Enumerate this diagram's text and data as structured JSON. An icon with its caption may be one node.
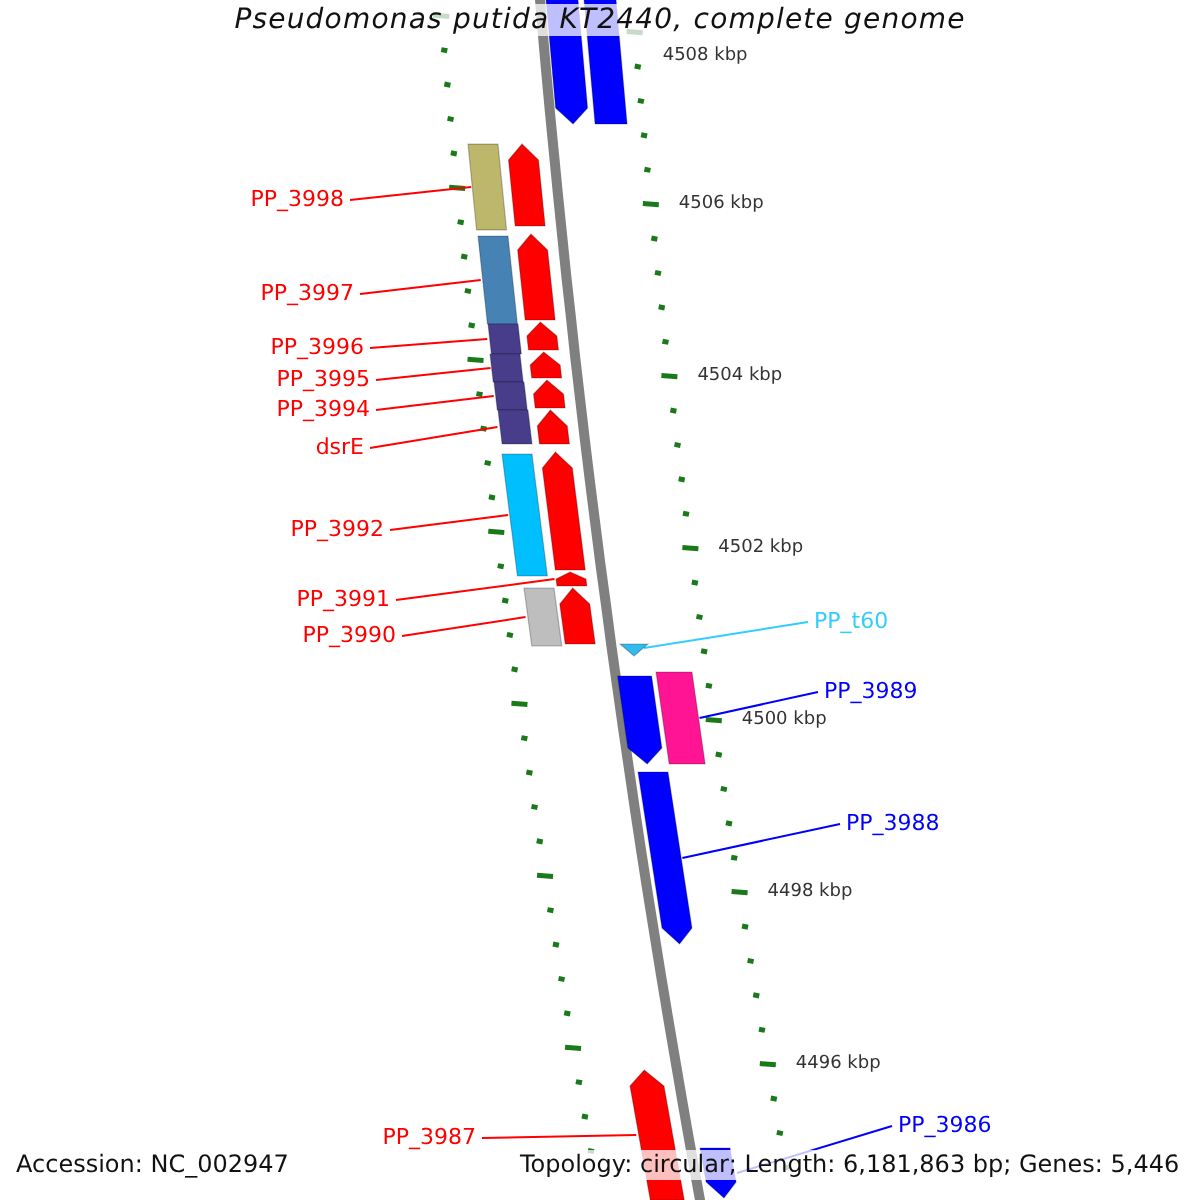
{
  "diagram": {
    "title": "Pseudomonas putida KT2440, complete genome",
    "nodes": [
      {
        "text": [
          "PP_3998"
        ]
      },
      {
        "text": [
          "PP_3997"
        ]
      },
      {
        "text": [
          "PP_3996"
        ]
      },
      {
        "text": [
          "PP_3995"
        ]
      },
      {
        "text": [
          "PP_3994"
        ]
      },
      {
        "text": [
          "dsrE"
        ]
      },
      {
        "text": [
          "PP_3992"
        ]
      },
      {
        "text": [
          "PP_3991"
        ]
      },
      {
        "text": [
          "PP_3990"
        ]
      },
      {
        "text": [
          "PP_t60"
        ]
      },
      {
        "text": [
          "PP_3989"
        ]
      },
      {
        "text": [
          "PP_3988"
        ]
      },
      {
        "text": [
          "PP_3987"
        ]
      },
      {
        "text": [
          "PP_3986"
        ]
      },
      {
        "text": [],
        "shape": "bar"
      },
      {
        "text": [],
        "shape": "bar"
      },
      {
        "text": [],
        "shape": "bar"
      },
      {
        "text": [],
        "shape": "bar"
      },
      {
        "text": [],
        "shape": "bar"
      },
      {
        "text": [],
        "shape": "bar"
      },
      {
        "text": [],
        "shape": "bar"
      },
      {
        "text": [],
        "shape": "arrow"
      },
      {
        "text": [],
        "shape": "bar"
      },
      {
        "text": [],
        "shape": "triangle"
      },
      {
        "text": [],
        "shape": "bar"
      },
      {
        "text": [],
        "shape": "arrow"
      },
      {
        "text": [],
        "shape": "arrow"
      },
      {
        "text": [],
        "shape": "arrow"
      }
    ],
    "edges": [
      {
        "from": 0,
        "to": 14,
        "arrow": "none"
      },
      {
        "from": 1,
        "to": 15,
        "arrow": "none"
      },
      {
        "from": 2,
        "to": 16,
        "arrow": "none"
      },
      {
        "from": 3,
        "to": 17,
        "arrow": "none"
      },
      {
        "from": 4,
        "to": 18,
        "arrow": "none"
      },
      {
        "from": 5,
        "to": 19,
        "arrow": "none"
      },
      {
        "from": 6,
        "to": 20,
        "arrow": "none"
      },
      {
        "from": 7,
        "to": 21,
        "arrow": "none"
      },
      {
        "from": 8,
        "to": 22,
        "arrow": "none"
      },
      {
        "from": 9,
        "to": 23,
        "arrow": "none",
        "color": "#33ccff"
      },
      {
        "from": 10,
        "to": 24,
        "arrow": "none",
        "color": "#0000ff"
      },
      {
        "from": 11,
        "to": 25,
        "arrow": "none",
        "color": "#0000ff"
      },
      {
        "from": 12,
        "to": 26,
        "arrow": "none"
      },
      {
        "from": 13,
        "to": 27,
        "arrow": "none",
        "color": "#0000ff"
      }
    ],
    "labels": [
      "4508 kbp",
      "4506 kbp",
      "4504 kbp",
      "4502 kbp",
      "4500 kbp",
      "4498 kbp",
      "4496 kbp",
      "Accession: NC_002947",
      "Topology: circular; Length: 6,181,863 bp; Genes: 5,446"
    ]
  }
}
